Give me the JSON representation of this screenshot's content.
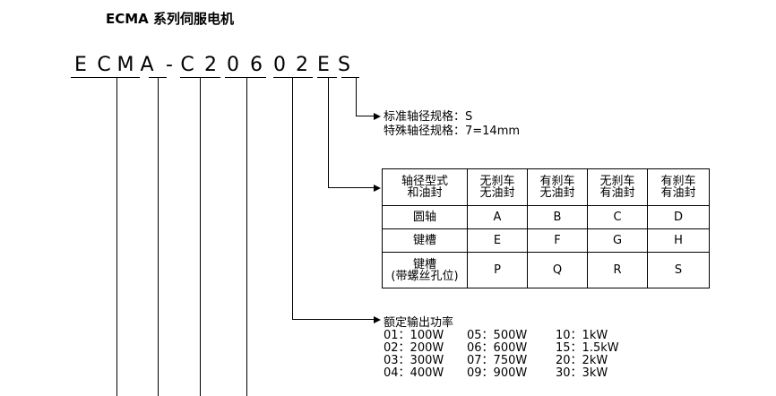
{
  "title": "ECMA 系列伺服电机",
  "code_chars": [
    "E",
    "C",
    "M",
    "A",
    "-",
    "C",
    "2",
    "0",
    "6",
    "0",
    "2",
    "E",
    "S"
  ],
  "shaft_spec": {
    "line1": "标准轴径规格：S",
    "line2": "特殊轴径规格：7=14mm"
  },
  "option_table": {
    "header": [
      "轴径型式\n和油封",
      "无刹车\n无油封",
      "有刹车\n无油封",
      "无刹车\n有油封",
      "有刹车\n有油封"
    ],
    "rows": [
      [
        "圆轴",
        "A",
        "B",
        "C",
        "D"
      ],
      [
        "键槽",
        "E",
        "F",
        "G",
        "H"
      ],
      [
        "键槽\n(带螺丝孔位)",
        "P",
        "Q",
        "R",
        "S"
      ]
    ]
  },
  "power": {
    "title": "额定输出功率",
    "col1": [
      "01：100W",
      "02：200W",
      "03：300W",
      "04：400W"
    ],
    "col2": [
      "05：500W",
      "06：600W",
      "07：750W",
      "09：900W"
    ],
    "col3": [
      "10：1kW",
      "15：1.5kW",
      "20：2kW",
      "30：3kW"
    ]
  }
}
